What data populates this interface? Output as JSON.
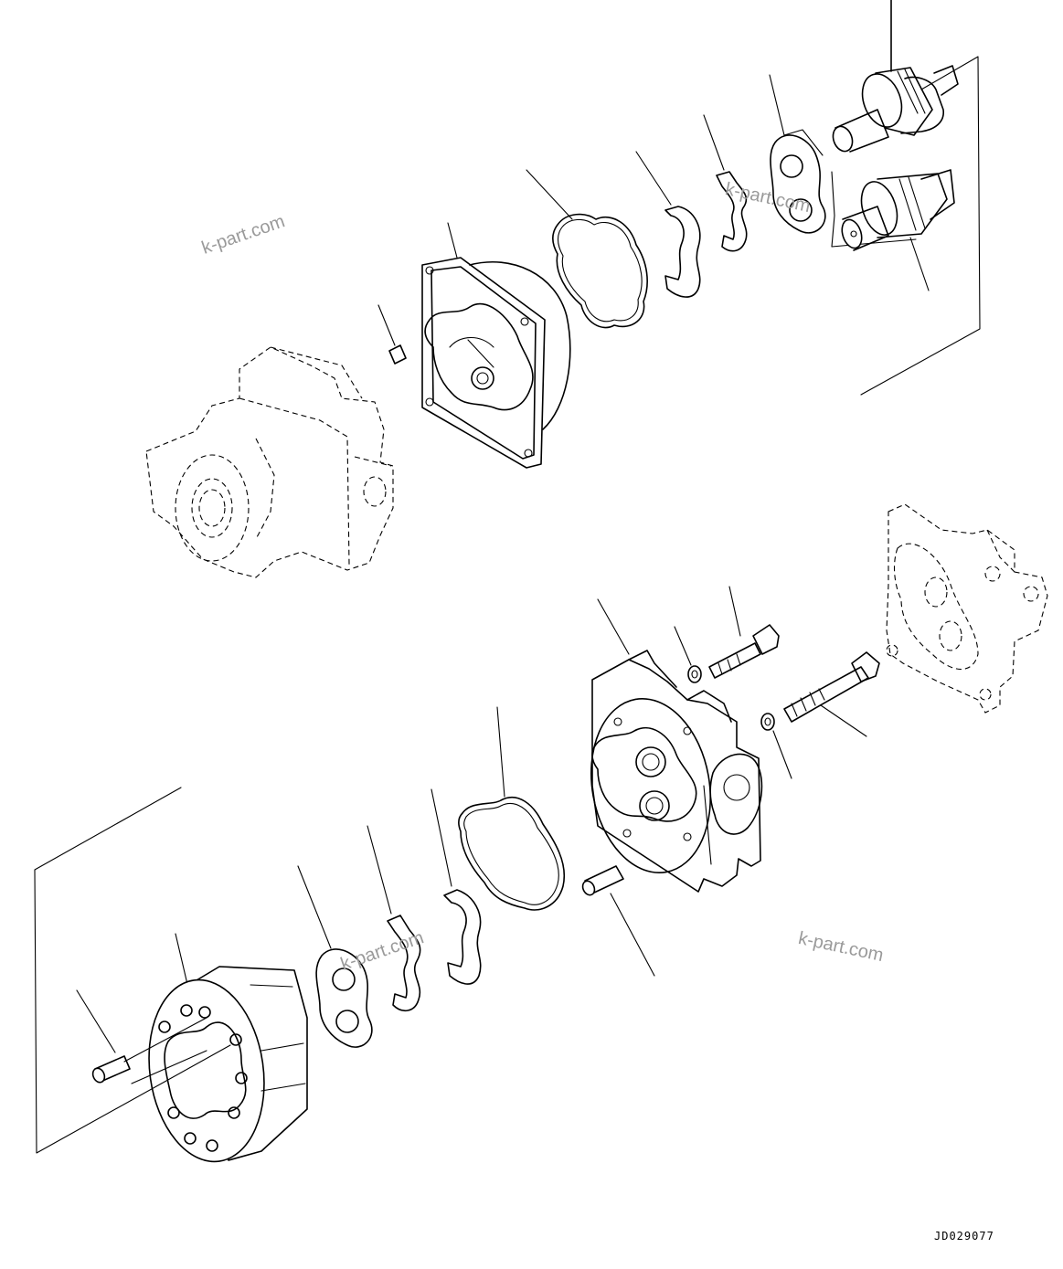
{
  "watermarks": [
    "k-part.com",
    "k-part.com",
    "k-part.com",
    "k-part.com"
  ],
  "drawing_code": "JD029077"
}
